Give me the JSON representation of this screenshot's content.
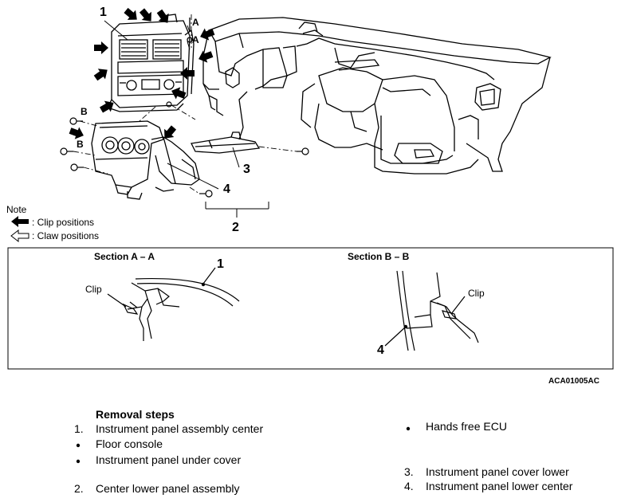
{
  "callouts": {
    "n1": "1",
    "n2": "2",
    "n3": "3",
    "n4": "4",
    "a1": "A",
    "a2": "A",
    "b1": "B",
    "b2": "B"
  },
  "note": {
    "title": "Note",
    "clip": ": Clip positions",
    "claw": ": Claw positions"
  },
  "sections": {
    "aa": {
      "title": "Section A – A",
      "clip": "Clip",
      "part": "1"
    },
    "bb": {
      "title": "Section B – B",
      "clip": "Clip",
      "part": "4"
    }
  },
  "figure_code": "ACA01005AC",
  "removal": {
    "title": "Removal steps",
    "left": [
      {
        "marker": "1.",
        "text": "Instrument panel assembly center"
      },
      {
        "marker": "●",
        "text": "Floor console"
      },
      {
        "marker": "●",
        "text": "Instrument panel under cover"
      },
      {
        "marker": "2.",
        "text": "Center lower panel assembly"
      }
    ],
    "right": [
      {
        "marker": "●",
        "text": "Hands free ECU"
      },
      {
        "marker": "3.",
        "text": "Instrument panel cover lower"
      },
      {
        "marker": "4.",
        "text": "Instrument panel lower center"
      }
    ]
  }
}
